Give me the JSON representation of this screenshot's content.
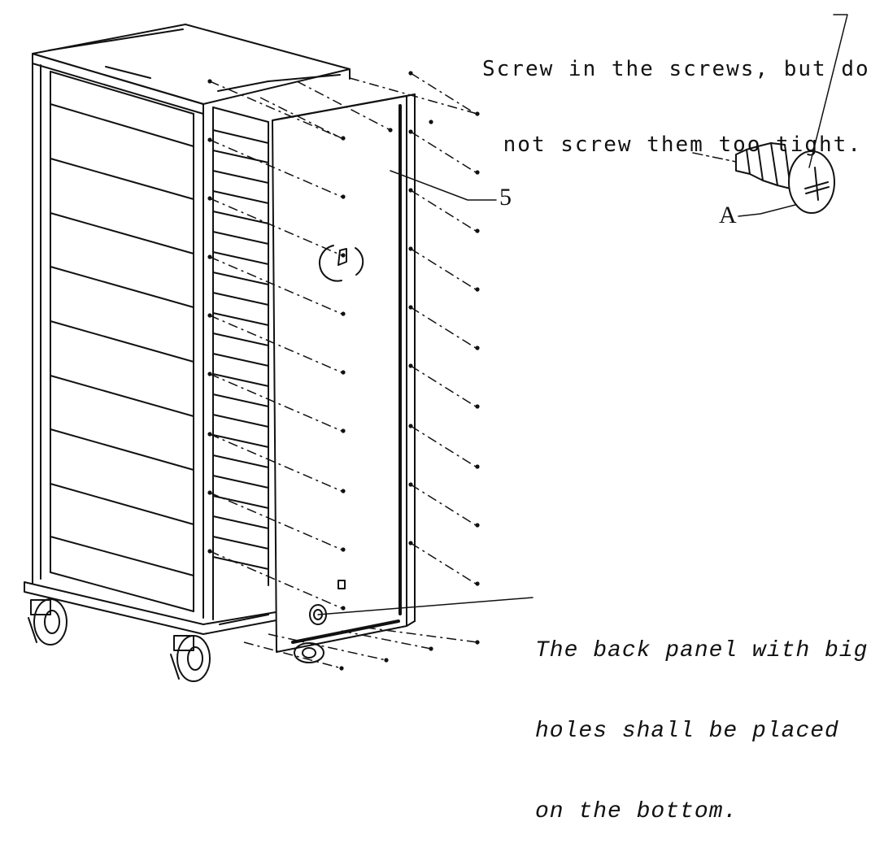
{
  "notes": {
    "screw_note_line1": "Screw in the screws, but do",
    "screw_note_line2": "not screw them too tight.",
    "panel_note_line1": "The back panel with big",
    "panel_note_line2": "holes shall be placed",
    "panel_note_line3": "on the bottom."
  },
  "callouts": {
    "part_number": "5",
    "screw_letter": "A"
  },
  "colors": {
    "line": "#111111",
    "background": "#ffffff"
  }
}
